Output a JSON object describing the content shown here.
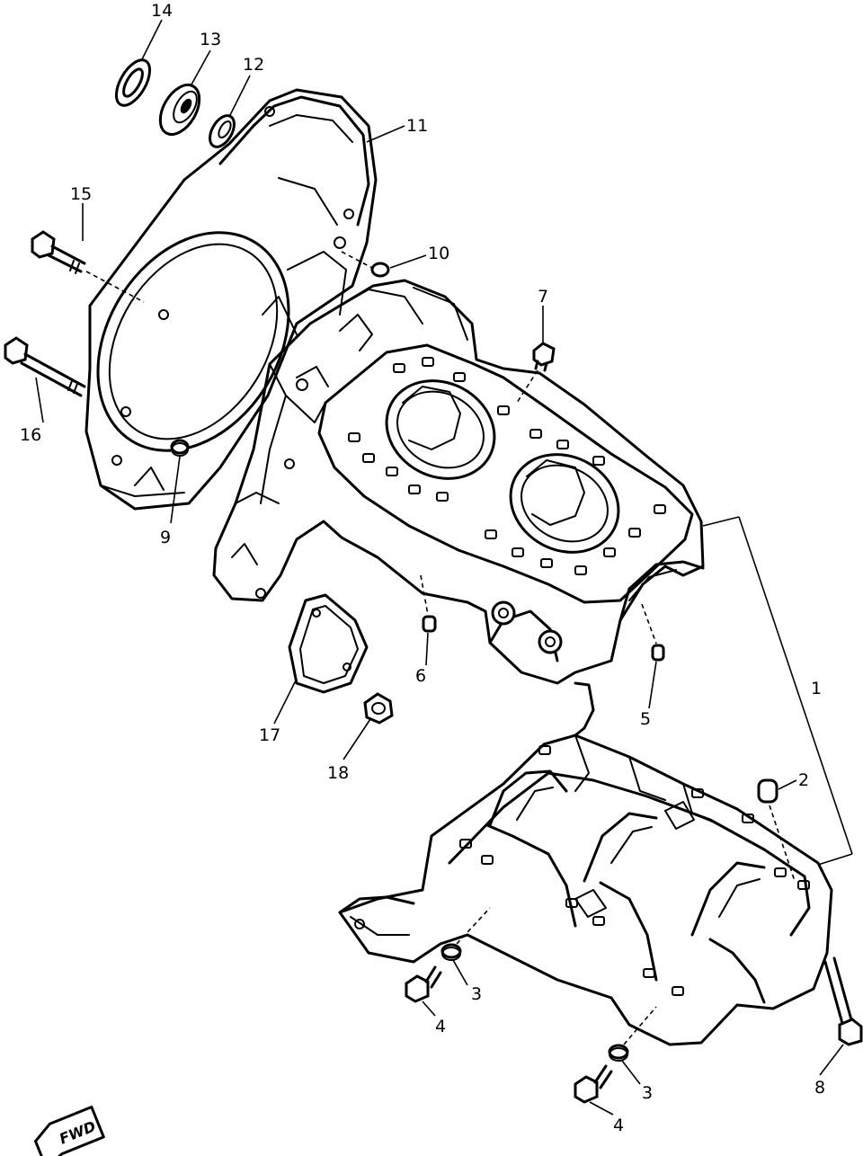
{
  "callouts": [
    {
      "id": "1",
      "label": "1"
    },
    {
      "id": "2",
      "label": "2"
    },
    {
      "id": "3a",
      "label": "3"
    },
    {
      "id": "3b",
      "label": "3"
    },
    {
      "id": "4a",
      "label": "4"
    },
    {
      "id": "4b",
      "label": "4"
    },
    {
      "id": "5",
      "label": "5"
    },
    {
      "id": "6",
      "label": "6"
    },
    {
      "id": "7",
      "label": "7"
    },
    {
      "id": "8",
      "label": "8"
    },
    {
      "id": "9",
      "label": "9"
    },
    {
      "id": "10",
      "label": "10"
    },
    {
      "id": "11",
      "label": "11"
    },
    {
      "id": "12",
      "label": "12"
    },
    {
      "id": "13",
      "label": "13"
    },
    {
      "id": "14",
      "label": "14"
    },
    {
      "id": "15",
      "label": "15"
    },
    {
      "id": "16",
      "label": "16"
    },
    {
      "id": "17",
      "label": "17"
    },
    {
      "id": "18",
      "label": "18"
    }
  ],
  "direction_marker": {
    "label": "FWD"
  }
}
